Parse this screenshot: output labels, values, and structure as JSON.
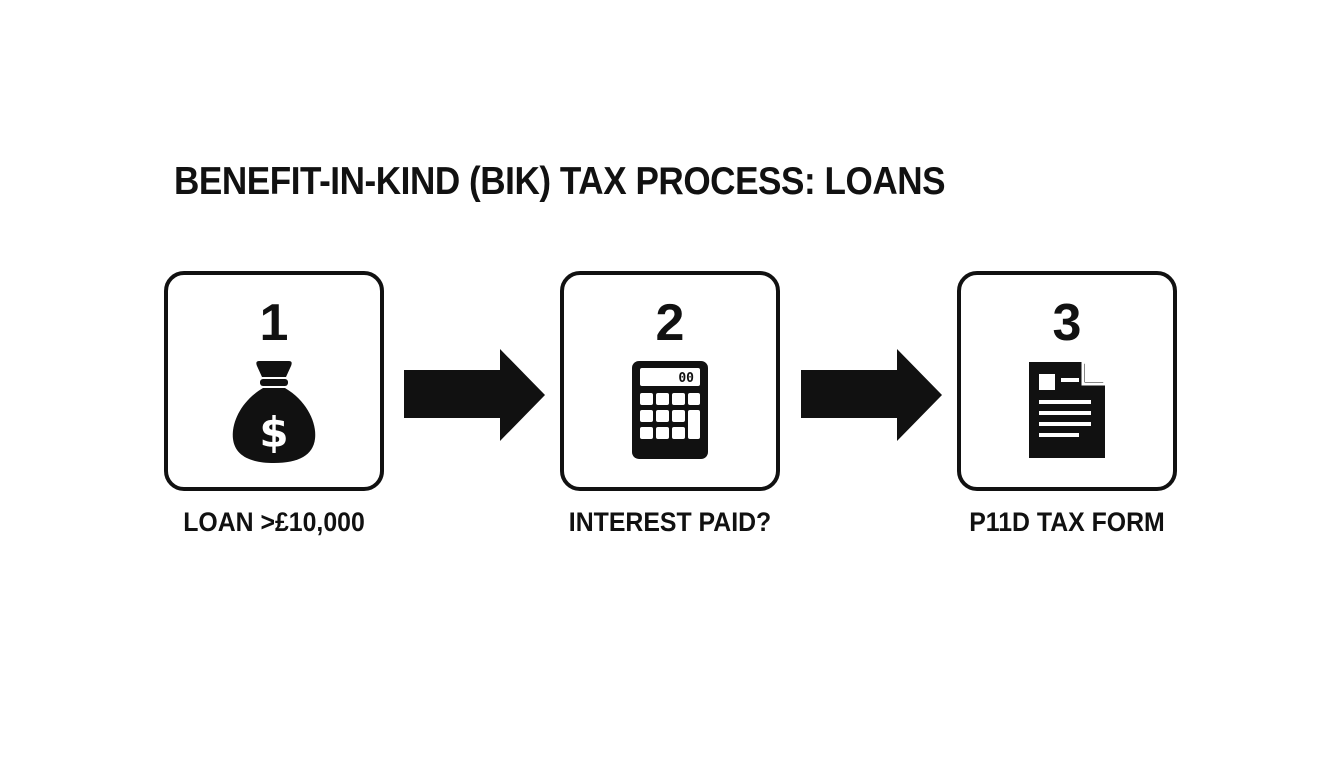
{
  "title": "BENEFIT-IN-KIND (BIK) TAX PROCESS: LOANS",
  "steps": [
    {
      "number": "1",
      "icon": "money-bag-icon",
      "caption": "LOAN >£10,000"
    },
    {
      "number": "2",
      "icon": "calculator-icon",
      "caption": "INTEREST PAID?",
      "display_text": "00"
    },
    {
      "number": "3",
      "icon": "document-icon",
      "caption": "P11D TAX FORM"
    }
  ],
  "colors": {
    "foreground": "#111111",
    "background": "#ffffff"
  }
}
